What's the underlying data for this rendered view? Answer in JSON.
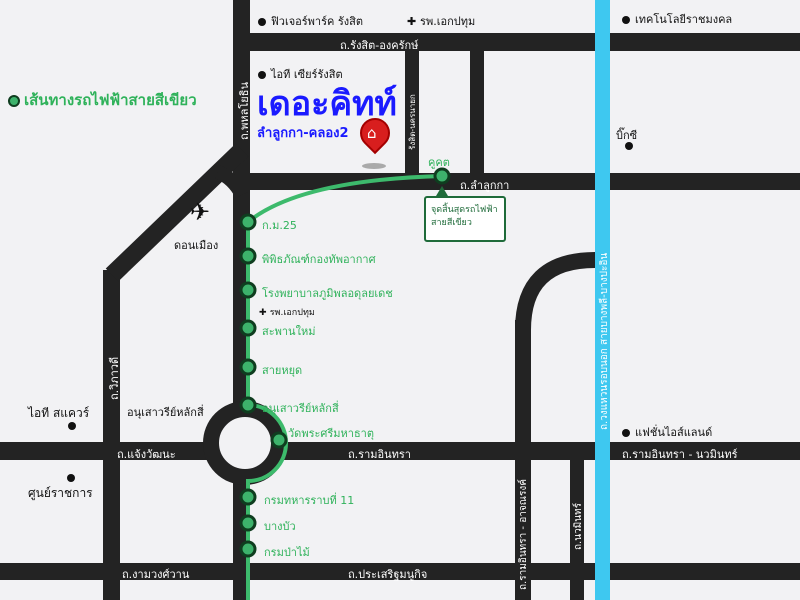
{
  "colors": {
    "road": "#232323",
    "ring_road": "#3ec8f0",
    "green_line": "#3dba6c",
    "station_border": "#0f3d1f",
    "title": "#1a1aff"
  },
  "legend": {
    "label": "เส้นทางรถไฟฟ้าสายสีเขียว"
  },
  "project": {
    "name": "เดอะคิทท์",
    "subtitle": "ลำลูกกา-คลอง2",
    "pin_icon": "home-pin-icon"
  },
  "roads": {
    "rangsit_ongkharak": "ถ.รังสิต-องครักษ์",
    "phahonyothin": "ถ.พหลโยธิน",
    "rangsit_nakhonnayok": "รังสิต-นครนายก",
    "lamlukka": "ถ.ลำลูกกา",
    "vibhavadi": "ถ.วิภาวดี",
    "chaengwattana": "ถ.แจ้งวัฒนะ",
    "ramintra": "ถ.รามอินทรา",
    "ramintra_nawamin": "ถ.รามอินทรา - นวมินทร์",
    "ngamwongwan": "ถ.งามวงศ์วาน",
    "prasertmanukit": "ถ.ประเสริฐมนูกิจ",
    "ramintra_atnarong": "ถ.รามอินทรา - อาจณรงค์",
    "nawamin": "ถ.นวมินทร์",
    "outer_ring": "ถ.วงแหวนรอบนอก สายบางพลี-บางปะอิน"
  },
  "landmarks": {
    "future_park": "ฟิวเจอร์พาร์ค รังสิต",
    "ekpathum_top": "รพ.เอกปทุม",
    "it_zeer": "ไอที เซียร์รังสิต",
    "rmutt": "เทคโนโลยีราชมงคล",
    "bigc": "บิ๊กซี",
    "donmueang": "ดอนเมือง",
    "ekpathum_mid": "รพ.เอกปทุม",
    "it_square": "ไอที สแควร์",
    "government_center": "ศูนย์ราชการ",
    "laksi_monument": "อนุเสาวรีย์หลักสี่",
    "fashion_island": "แฟชั่นไอส์แลนด์"
  },
  "terminal": {
    "station": "คูคต",
    "callout": "จุดสิ้นสุดรถไฟฟ้า\nสายสีเขียว"
  },
  "stations": [
    "ก.ม.25",
    "พิพิธภัณฑ์กองทัพอากาศ",
    "โรงพยาบาลภูมิพลอดุลยเดช",
    "สะพานใหม่",
    "สายหยุด",
    "อนุเสาวรีย์หลักสี่",
    "วัดพระศรีมหาธาตุ",
    "กรมทหารราบที่ 11",
    "บางบัว",
    "กรมป่าไม้"
  ]
}
